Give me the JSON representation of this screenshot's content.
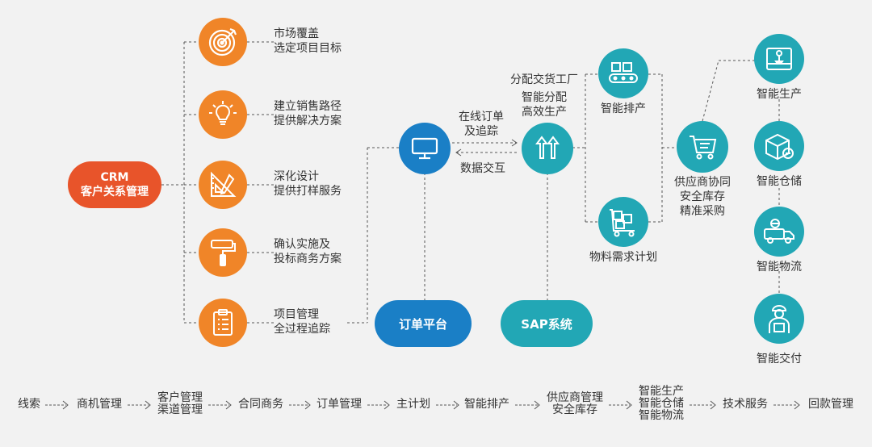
{
  "crm": {
    "line1": "CRM",
    "line2": "客户关系管理"
  },
  "crm_steps": [
    {
      "icon": "target-icon",
      "line1": "市场覆盖",
      "line2": "选定项目目标"
    },
    {
      "icon": "lightbulb-icon",
      "line1": "建立销售路径",
      "line2": "提供解决方案"
    },
    {
      "icon": "ruler-pencil-icon",
      "line1": "深化设计",
      "line2": "提供打样服务"
    },
    {
      "icon": "paint-roller-icon",
      "line1": "确认实施及",
      "line2": "投标商务方案"
    },
    {
      "icon": "clipboard-icon",
      "line1": "项目管理",
      "line2": "全过程追踪"
    }
  ],
  "order_platform": {
    "label": "订单平台"
  },
  "sap": {
    "label": "SAP系统"
  },
  "links": {
    "online_order_1": "在线订单",
    "online_order_2": "及追踪",
    "data_exchange": "数据交互",
    "assign_factory": "分配交货工厂",
    "smart_assign_1": "智能分配",
    "smart_assign_2": "高效生产"
  },
  "middle": {
    "scheduling": "智能排产",
    "material_plan": "物料需求计划",
    "supplier_1": "供应商协同",
    "supplier_2": "安全库存",
    "supplier_3": "精准采购"
  },
  "smart": [
    "智能生产",
    "智能仓储",
    "智能物流",
    "智能交付"
  ],
  "flow": [
    [
      "线索"
    ],
    [
      "商机管理"
    ],
    [
      "客户管理",
      "渠道管理"
    ],
    [
      "合同商务"
    ],
    [
      "订单管理"
    ],
    [
      "主计划"
    ],
    [
      "智能排产"
    ],
    [
      "供应商管理",
      "安全库存"
    ],
    [
      "智能生产",
      "智能仓储",
      "智能物流"
    ],
    [
      "技术服务"
    ],
    [
      "回款管理"
    ]
  ],
  "colors": {
    "orange": "#f08528",
    "blue": "#1a7fc6",
    "teal": "#22a7b5",
    "crm": "#e8542a"
  }
}
